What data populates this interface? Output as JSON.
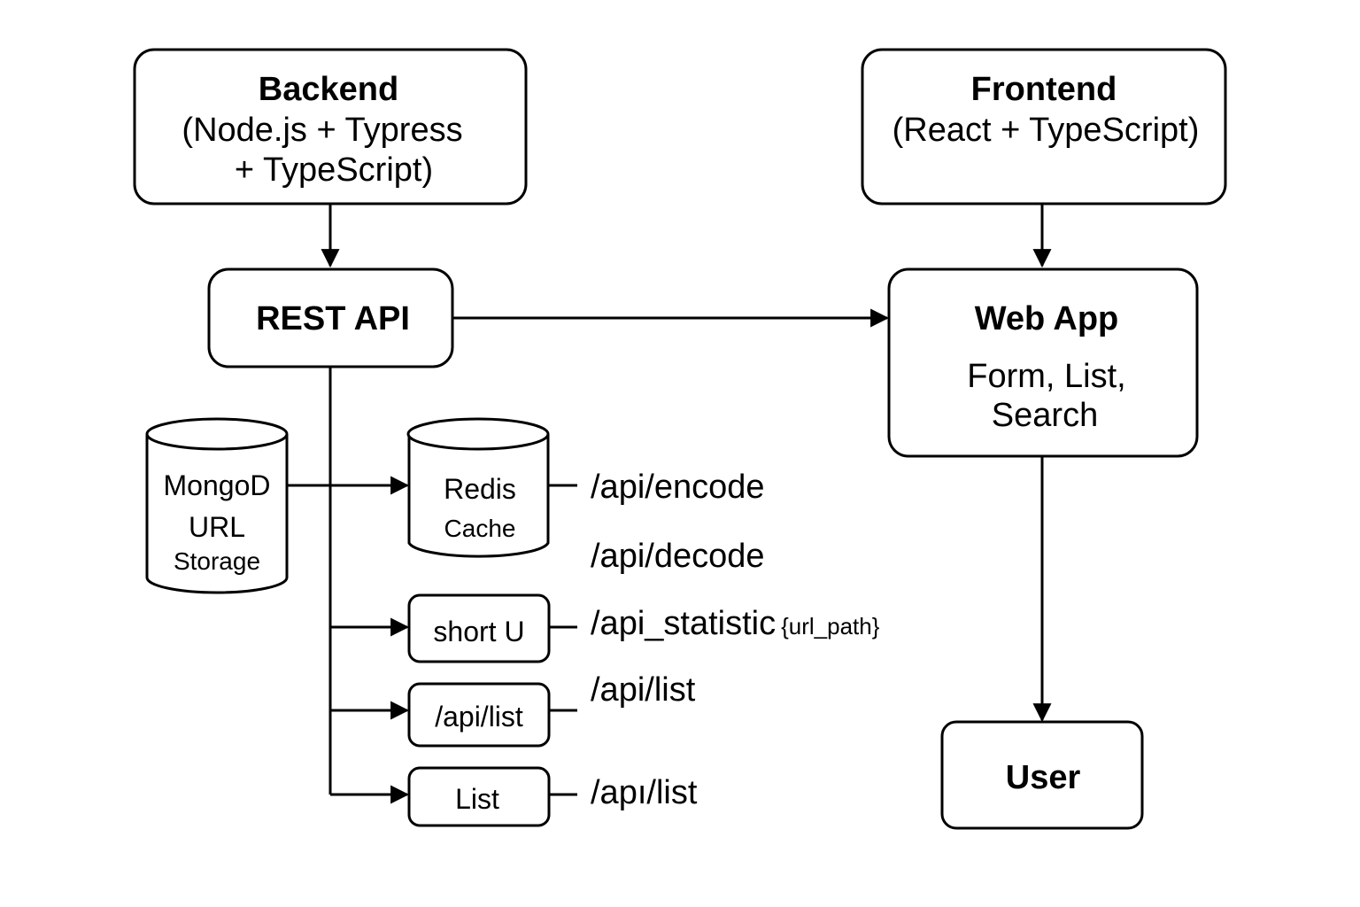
{
  "nodes": {
    "backend": {
      "title": "Backend",
      "line1": "(Node.js + Typress",
      "line2": "+ TypeScript)"
    },
    "frontend": {
      "title": "Frontend",
      "line1": "(React + TypeScript)"
    },
    "rest_api": {
      "title": "REST API"
    },
    "web_app": {
      "title": "Web App",
      "line1": "Form, List,",
      "line2": "Search"
    },
    "mongodb": {
      "line1": "MongoD",
      "line2": "URL",
      "line3": "Storage"
    },
    "redis": {
      "line1": "Redis",
      "line2": "Cache"
    },
    "short_url": {
      "label": "short U"
    },
    "api_list_box": {
      "label": "/api/list"
    },
    "list_box": {
      "label": "List"
    },
    "user": {
      "title": "User"
    }
  },
  "routes": {
    "encode": "/api/encode",
    "decode": "/api/decode",
    "statistic": "/api_statistic",
    "statistic_param": "{url_path}",
    "list1": "/api/list",
    "list2": "/apı/list"
  }
}
